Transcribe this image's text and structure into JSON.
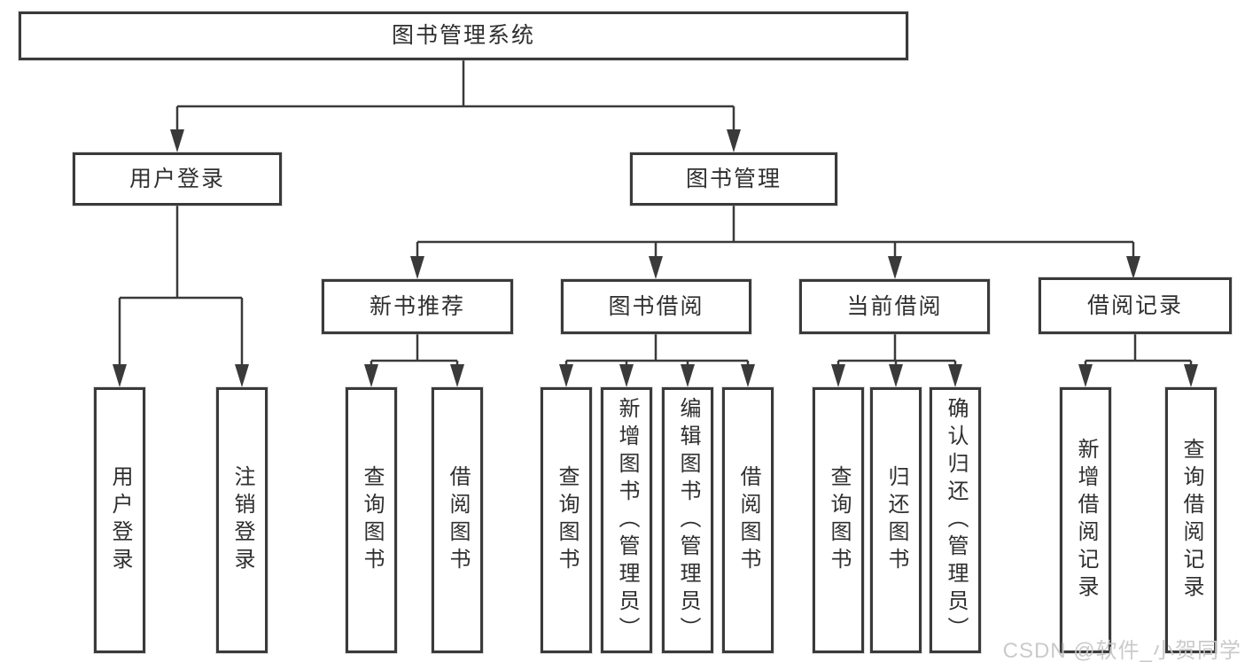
{
  "diagram": {
    "title": "图书管理系统",
    "root_label": "图书管理系统",
    "level2": {
      "user_login": "用户登录",
      "book_mgmt": "图书管理"
    },
    "level3": {
      "new_books": "新书推荐",
      "borrowing": "图书借阅",
      "current": "当前借阅",
      "records": "借阅记录"
    },
    "leaves": {
      "login": "用户登录",
      "logout": "注销登录",
      "nb_query": "查询图书",
      "nb_borrow": "借阅图书",
      "bw_query": "查询图书",
      "bw_add": "新增图书（管理员）",
      "bw_edit": "编辑图书（管理员）",
      "bw_borrow": "借阅图书",
      "cur_query": "查询图书",
      "cur_return": "归还图书",
      "cur_confirm": "确认归还（管理员）",
      "rec_add": "新增借阅记录",
      "rec_query": "查询借阅记录"
    }
  },
  "watermark": {
    "text": "CSDN @软件_小贺同学",
    "color": "#c6c6c6"
  },
  "colors": {
    "line": "#3a3a3a",
    "text": "#2f2f2f",
    "background": "#ffffff"
  }
}
